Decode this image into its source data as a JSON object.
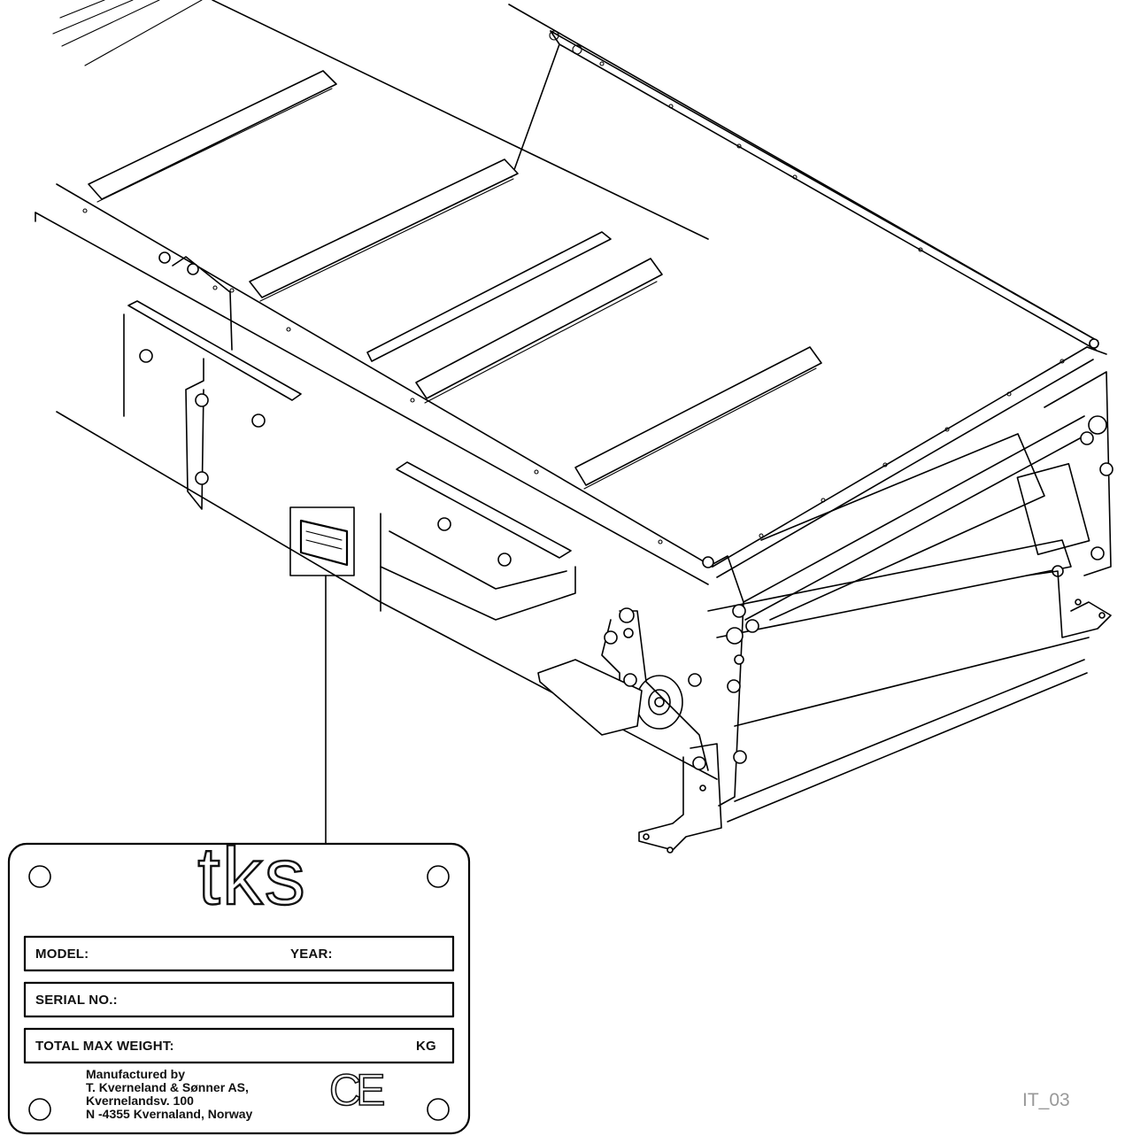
{
  "nameplate": {
    "brand": "tks",
    "model_label": "MODEL:",
    "year_label": "YEAR:",
    "serial_label": "SERIAL NO.:",
    "weight_label": "TOTAL MAX WEIGHT:",
    "weight_unit": "KG",
    "manufacturer": [
      "Manufactured by",
      "T. Kverneland & Sønner AS,",
      "Kvernelandsv. 100",
      "N -4355 Kvernaland, Norway"
    ],
    "mark": "CE"
  },
  "drawing_code": "IT_03"
}
